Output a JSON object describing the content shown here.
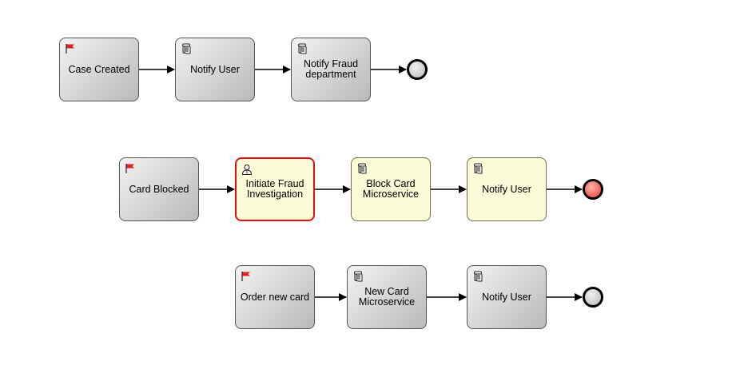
{
  "diagram": {
    "lanes": [
      {
        "tasks": [
          {
            "label": "Case Created",
            "icon": "red-flag-icon",
            "style": "gray",
            "active": false
          },
          {
            "label": "Notify User",
            "icon": "script-icon",
            "style": "gray",
            "active": false
          },
          {
            "label": "Notify Fraud\ndepartment",
            "icon": "script-icon",
            "style": "gray",
            "active": false
          }
        ],
        "end_event": {
          "style": "gray"
        }
      },
      {
        "tasks": [
          {
            "label": "Card Blocked",
            "icon": "red-flag-icon",
            "style": "gray",
            "active": false
          },
          {
            "label": "Initiate Fraud\nInvestigation",
            "icon": "user-task-icon",
            "style": "yellow",
            "active": true
          },
          {
            "label": "Block Card\nMicroservice",
            "icon": "script-icon",
            "style": "yellow",
            "active": false
          },
          {
            "label": "Notify User",
            "icon": "script-icon",
            "style": "yellow",
            "active": false
          }
        ],
        "end_event": {
          "style": "red"
        }
      },
      {
        "tasks": [
          {
            "label": "Order new card",
            "icon": "red-flag-icon",
            "style": "gray",
            "active": false
          },
          {
            "label": "New Card\nMicroservice",
            "icon": "script-icon",
            "style": "gray",
            "active": false
          },
          {
            "label": "Notify User",
            "icon": "script-icon",
            "style": "gray",
            "active": false
          }
        ],
        "end_event": {
          "style": "gray"
        }
      }
    ],
    "colors": {
      "active_border": "#e01010",
      "highlight_fill": "#fbfbd8",
      "end_event_red": "#f26a60",
      "flag_red": "#e02020"
    }
  }
}
